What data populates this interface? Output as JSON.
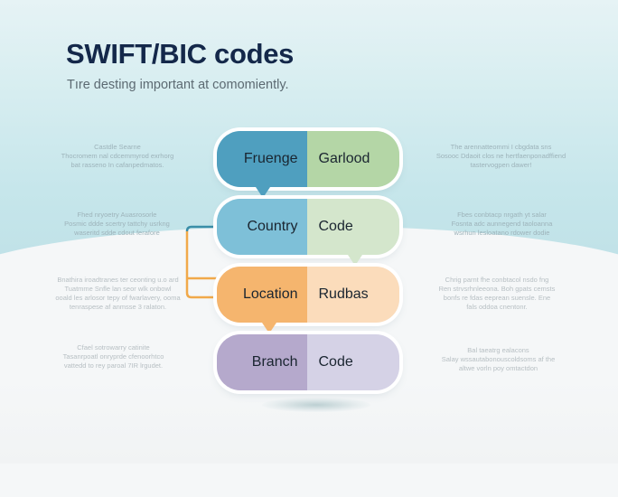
{
  "header": {
    "title": "SWIFT/BIC codes",
    "subtitle": "Tıre desting important at comomiently."
  },
  "colors": {
    "title": "#14284a",
    "row1_left": "#4f9fbf",
    "row1_right": "#b4d6a6",
    "row2_left": "#7ec0d8",
    "row2_right": "#d4e6cc",
    "row3_left": "#f5b56e",
    "row3_right": "#fbdcbb",
    "row4_left": "#b5a9cc",
    "row4_right": "#d5d2e6",
    "connector_top": "#3a8ea8",
    "connector_orange": "#f1a94a"
  },
  "diagram": {
    "rows": [
      {
        "left": "Fruenge",
        "right": "Garlood"
      },
      {
        "left": "Country",
        "right": "Code"
      },
      {
        "left": "Location",
        "right": "Rudbas"
      },
      {
        "left": "Branch",
        "right": "Code"
      }
    ]
  },
  "side_notes": {
    "left": [
      [
        "Castdle Searne",
        "Thocromem nal cdcemmyrod exrhorg",
        "bat rasseno In cafanpedmatos."
      ],
      [
        "Fhed nryoetry Auasrosorle",
        "Posmic ddde scertry tattchy usrkng",
        "waseritd sdde cdout ferafore"
      ],
      [
        "Bnathira iroadtranes ter ceonting u.o ard",
        "Tuatmme Snfle lan seor wlk onbowl",
        "ooald les arlosor tepy of fwarlavery, ooma",
        "tenraspese af anmsse 3 ralaton."
      ],
      [
        "Cfael sotrowarry catinite",
        "Tasanrpoatl onryprde cfenoorhtco",
        "vattedd to rey paroal 7IR lrgudet."
      ]
    ],
    "right": [
      [
        "The arennatteommi I cbgdata sns",
        "Sosooc Ddaoit clos ne hertfaenponadffiend",
        "tastervogpen dawer!"
      ],
      [
        "Fbes conbtacp nrgath yt salar",
        "Fosnta adc aunnegend taoloanna",
        "wsrhun lesloatano rdower dodie"
      ],
      [
        "Chrig parnt fhe conbtacol nsdo fng",
        "Ren strvsrhnleeona. Boh gpats cemsts",
        "bonfs re fdas eeprean suensle. Ene",
        "fals oddoa cnentonr."
      ],
      [
        "Bal taeatrg ealacons",
        "Salay wssautabonouscoldsoms af the",
        "altwe vorln poy omtactdon"
      ]
    ]
  }
}
